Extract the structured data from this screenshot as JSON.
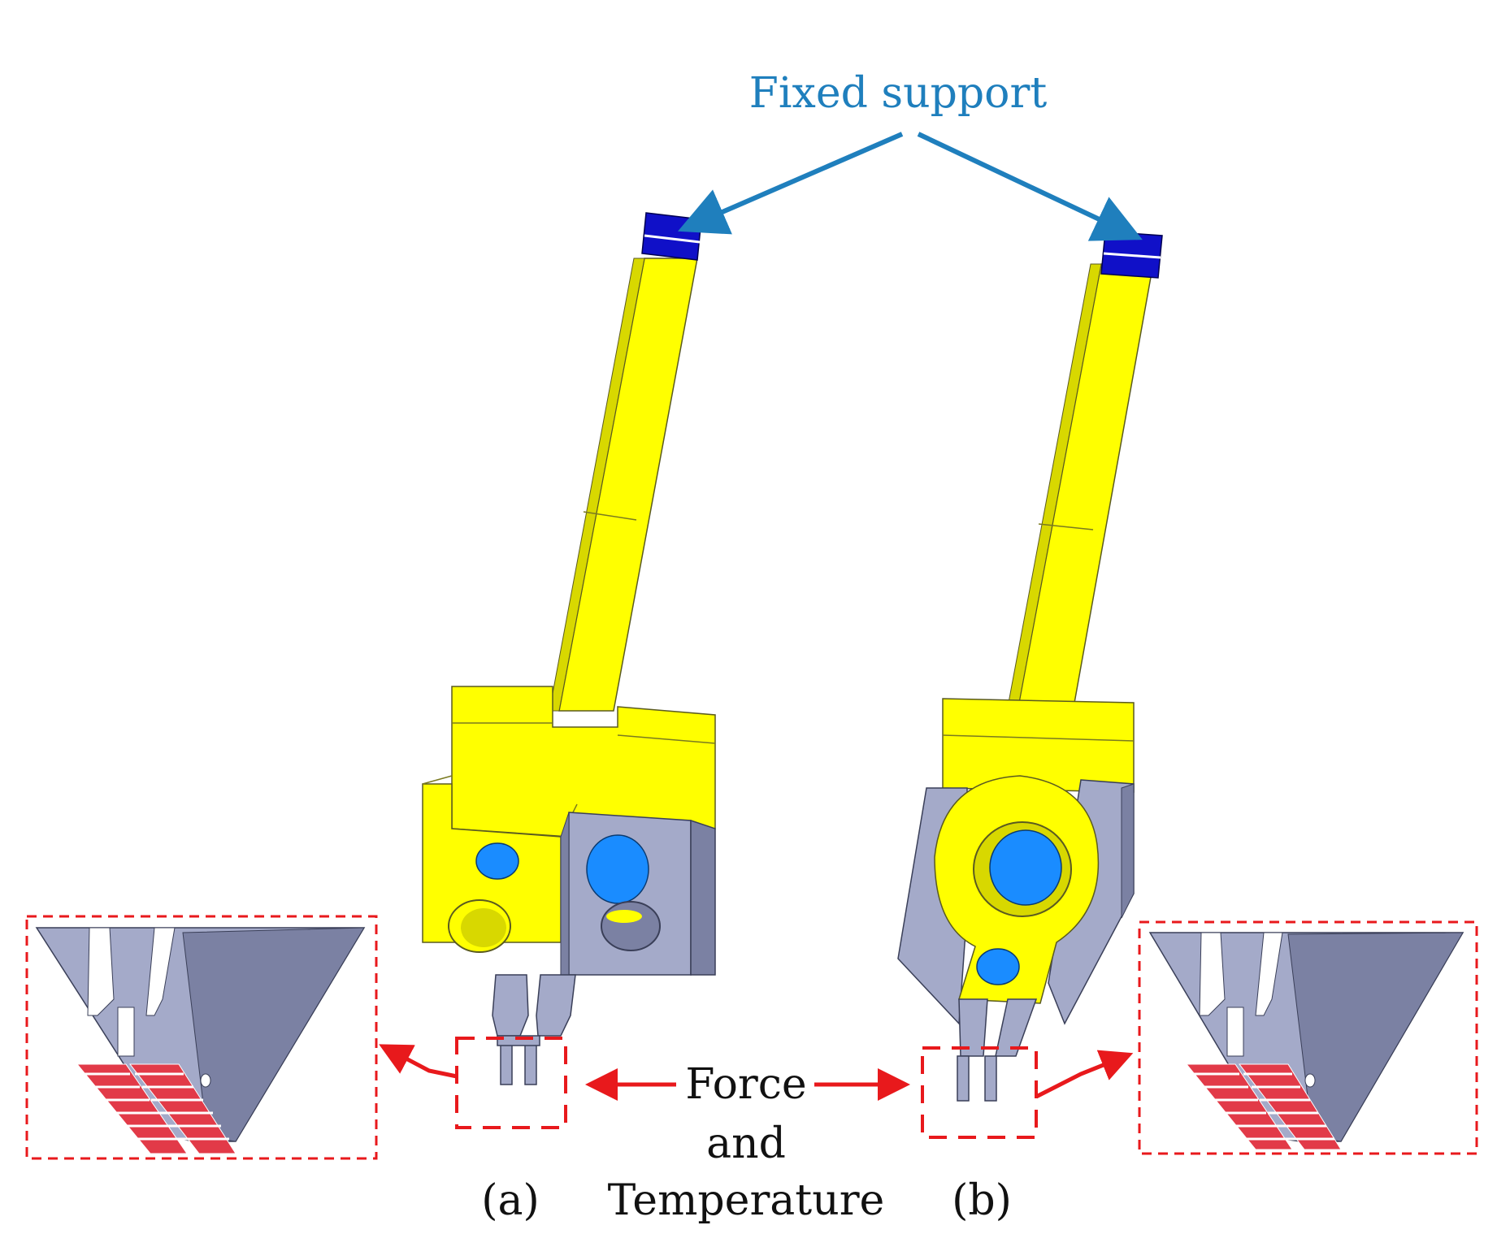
{
  "labels": {
    "fixed_support": "Fixed support",
    "force_line1": "Force",
    "force_line2": "and",
    "force_line3": "Temperature",
    "panel_a": "(a)",
    "panel_b": "(b)"
  },
  "colors": {
    "body": "#ffff00",
    "body_shade": "#d8d800",
    "steel": "#a4aac9",
    "steel_dark": "#7b81a3",
    "hole": "#1a8cff",
    "fixed_face": "#1010c8",
    "annotation_blue": "#1f7fbd",
    "annotation_red": "#e8191c",
    "heat_pad": "#e23a48"
  },
  "icons": {
    "fixed_support_arrows": "arrow-icon",
    "force_arrows": "double-arrow-icon"
  }
}
